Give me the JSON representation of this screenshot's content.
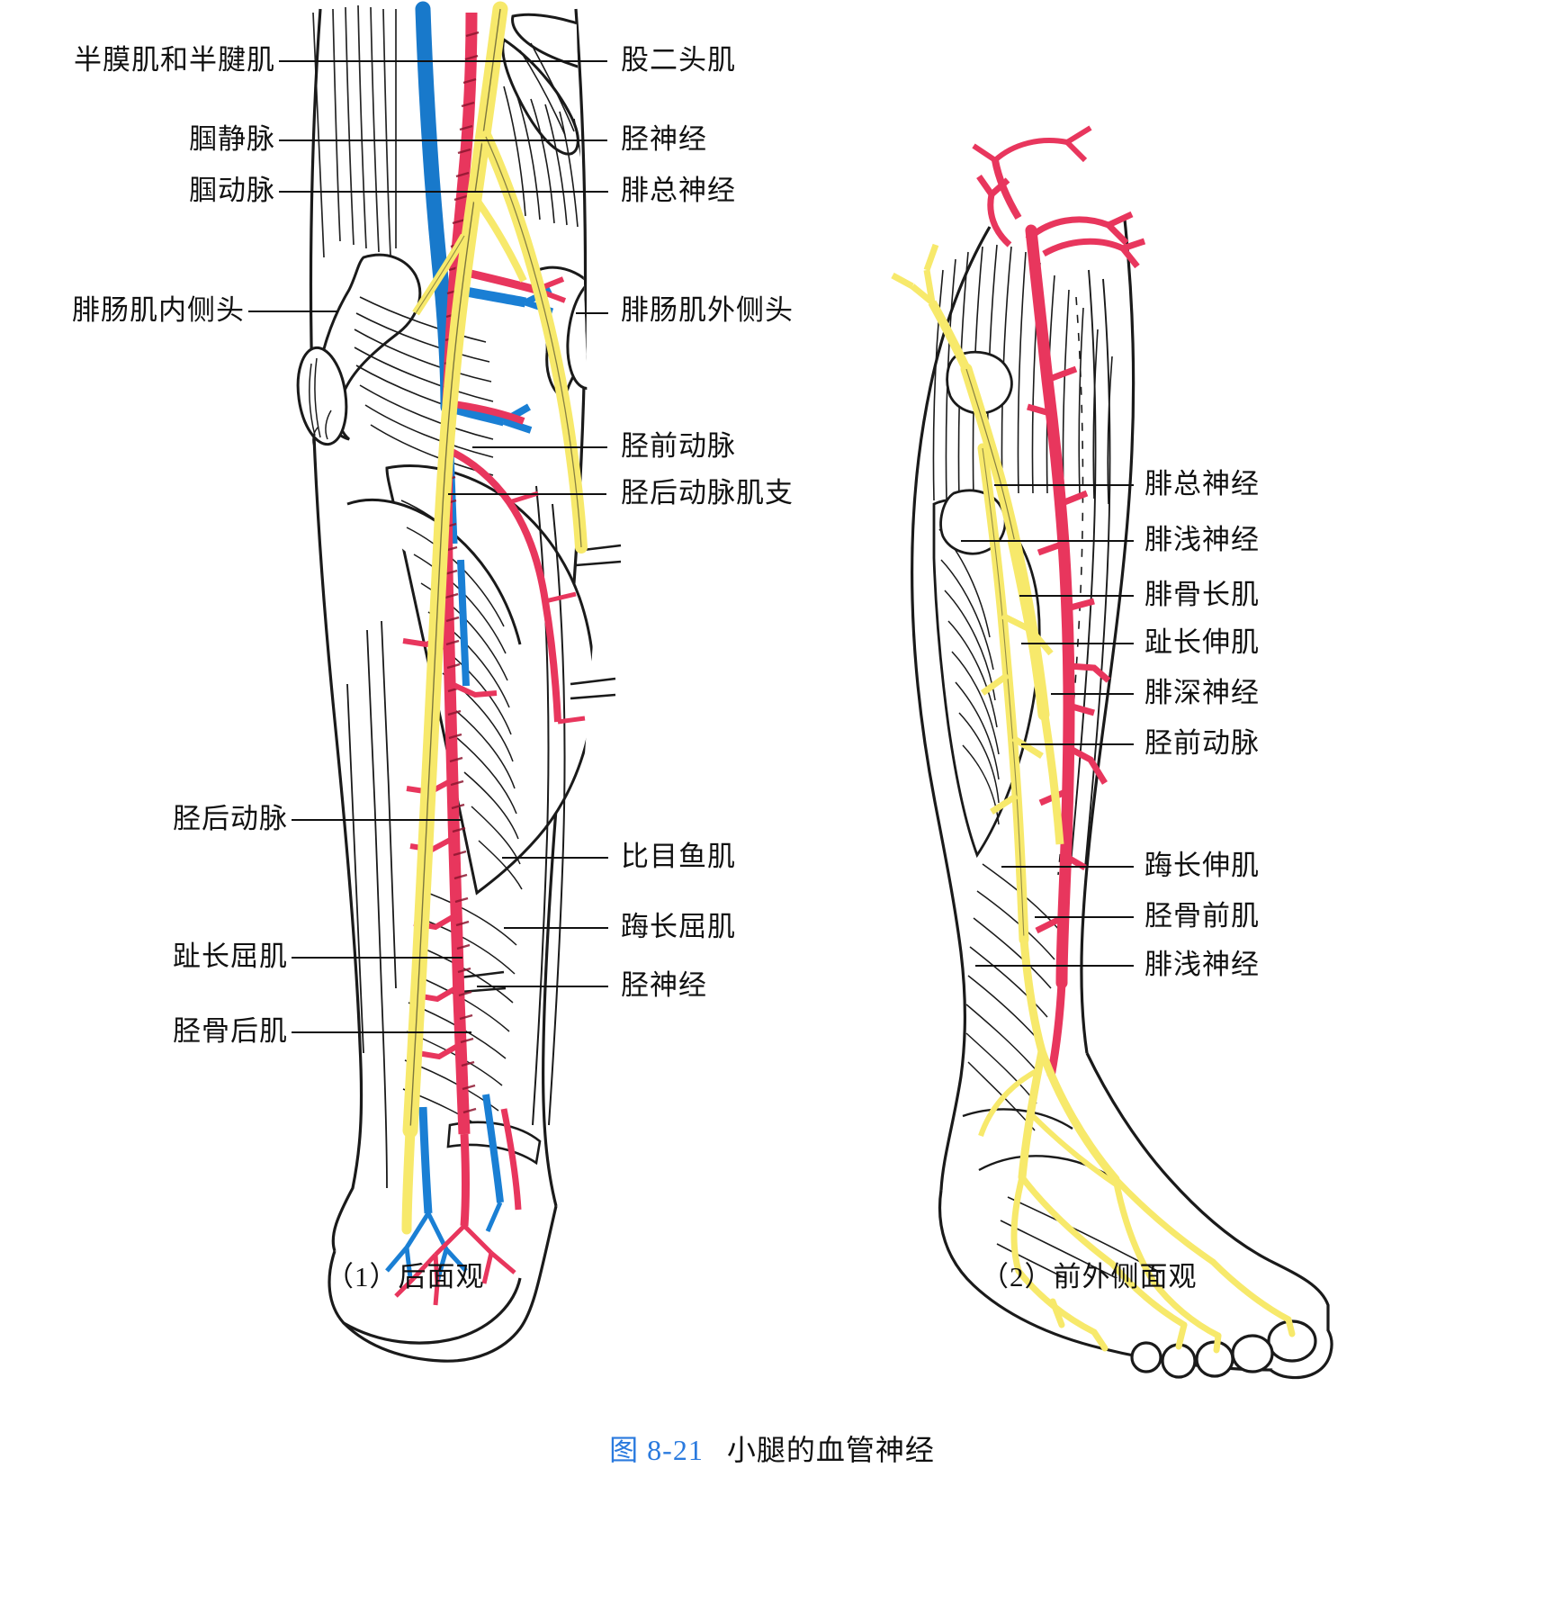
{
  "figure": {
    "number": "图 8-21",
    "title": "小腿的血管神经",
    "number_color": "#2a7ade"
  },
  "panels": [
    {
      "id": "posterior",
      "caption": "（1）后面观"
    },
    {
      "id": "anterolateral",
      "caption": "（2）前外侧面观"
    }
  ],
  "labels_panel1_left": [
    {
      "text": "半膜肌和半腱肌"
    },
    {
      "text": "腘静脉"
    },
    {
      "text": "腘动脉"
    },
    {
      "text": "腓肠肌内侧头"
    },
    {
      "text": "胫后动脉"
    },
    {
      "text": "趾长屈肌"
    },
    {
      "text": "胫骨后肌"
    }
  ],
  "labels_panel1_right": [
    {
      "text": "股二头肌"
    },
    {
      "text": "胫神经"
    },
    {
      "text": "腓总神经"
    },
    {
      "text": "腓肠肌外侧头"
    },
    {
      "text": "胫前动脉"
    },
    {
      "text": "胫后动脉肌支"
    },
    {
      "text": "比目鱼肌"
    },
    {
      "text": "踇长屈肌"
    },
    {
      "text": "胫神经"
    }
  ],
  "labels_panel2_right": [
    {
      "text": "腓总神经"
    },
    {
      "text": "腓浅神经"
    },
    {
      "text": "腓骨长肌"
    },
    {
      "text": "趾长伸肌"
    },
    {
      "text": "腓深神经"
    },
    {
      "text": "胫前动脉"
    },
    {
      "text": "踇长伸肌"
    },
    {
      "text": "胫骨前肌"
    },
    {
      "text": "腓浅神经"
    }
  ],
  "colors": {
    "artery": "#e8365d",
    "vein": "#1a7fd4",
    "nerve": "#f7e96b",
    "outline": "#1a1a1a",
    "background": "#ffffff",
    "caption_accent": "#2a7ade"
  },
  "icons": {
    "artery": "artery-vessel",
    "vein": "vein-vessel",
    "nerve": "nerve-bundle"
  }
}
